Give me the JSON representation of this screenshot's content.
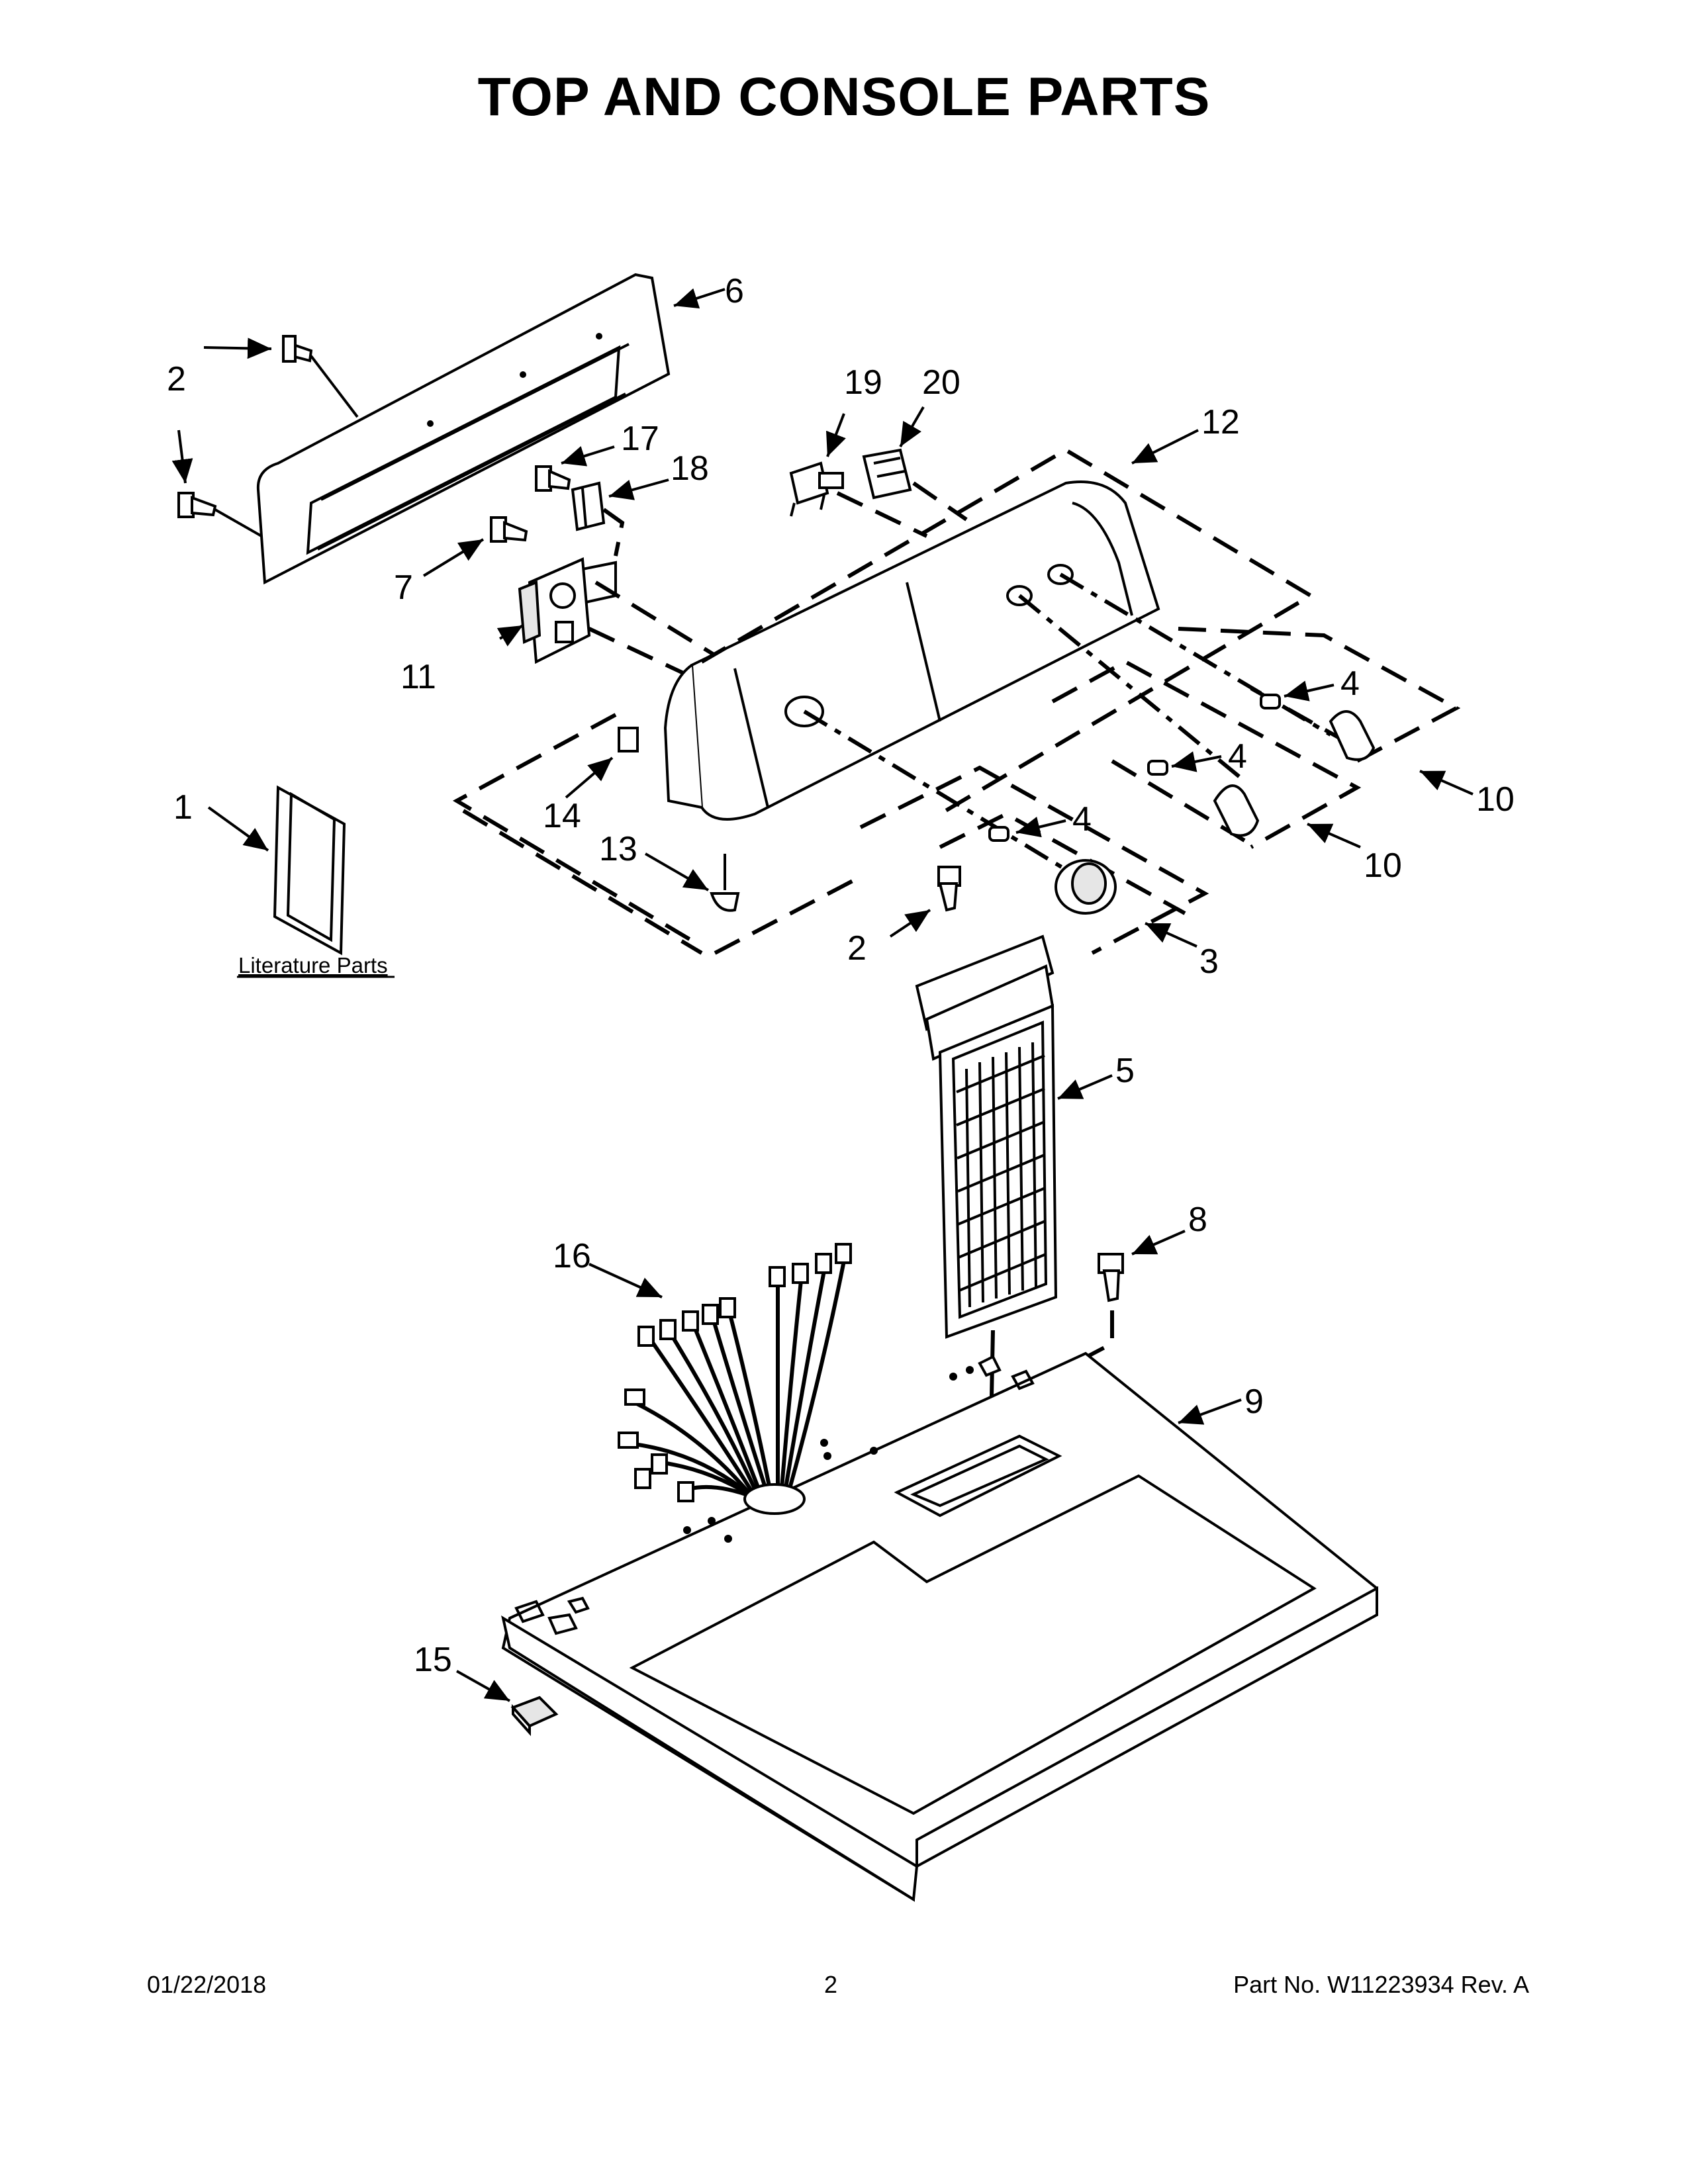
{
  "page": {
    "title": "TOP AND CONSOLE PARTS",
    "footer": {
      "date": "01/22/2018",
      "page_number": "2",
      "part_number": "Part No.  W11223934  Rev.  A"
    }
  },
  "literature_label": "Literature Parts",
  "callouts": {
    "c1": "1",
    "c2a": "2",
    "c2b": "2",
    "c3": "3",
    "c4a": "4",
    "c4b": "4",
    "c4c": "4",
    "c5": "5",
    "c6": "6",
    "c7": "7",
    "c8": "8",
    "c9": "9",
    "c10a": "10",
    "c10b": "10",
    "c11": "11",
    "c12": "12",
    "c13": "13",
    "c14": "14",
    "c15": "15",
    "c16": "16",
    "c17": "17",
    "c18": "18",
    "c19": "19",
    "c20": "20"
  }
}
